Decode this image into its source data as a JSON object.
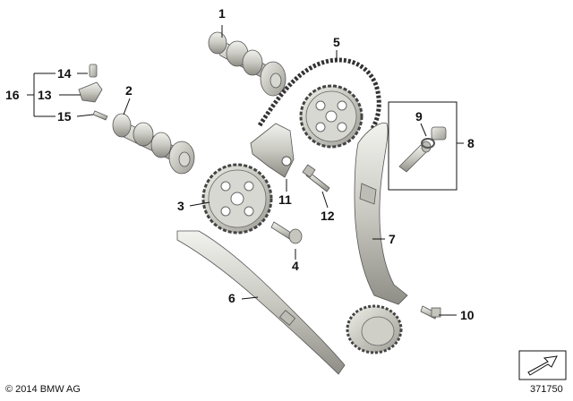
{
  "callouts": {
    "c1": "1",
    "c2": "2",
    "c3": "3",
    "c4": "4",
    "c5": "5",
    "c6": "6",
    "c7": "7",
    "c8": "8",
    "c9": "9",
    "c10": "10",
    "c11": "11",
    "c12": "12",
    "c13": "13",
    "c14": "14",
    "c15": "15",
    "c16": "16"
  },
  "footer": {
    "copyright": "© 2014 BMW AG",
    "diagram_number": "371750"
  },
  "icons": {
    "corner_badge": "arrow-badge-icon"
  }
}
